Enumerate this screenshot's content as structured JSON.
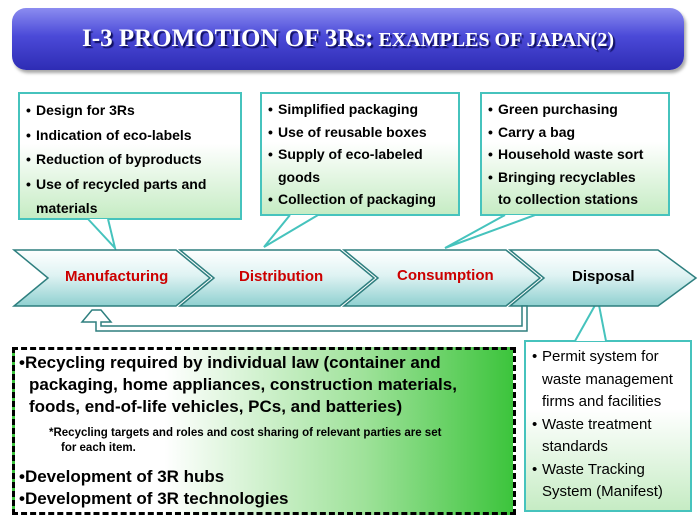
{
  "title": {
    "main": "I-3 PROMOTION OF 3Rs:",
    "sub": " EXAMPLES OF JAPAN(2)"
  },
  "flow": {
    "stages": [
      "Manufacturing",
      "Distribution",
      "Consumption",
      "Disposal"
    ]
  },
  "manufacturing_box": {
    "items": [
      "Design for 3Rs",
      "Indication of eco-labels",
      "Reduction of byproducts",
      "Use of recycled parts and",
      "materials"
    ]
  },
  "distribution_box": {
    "items": [
      "Simplified packaging",
      "Use of reusable boxes",
      "Supply of eco-labeled",
      "goods",
      "Collection of packaging"
    ]
  },
  "consumption_box": {
    "items": [
      "Green purchasing",
      "Carry a bag",
      "Household waste sort",
      "Bringing recyclables",
      "to collection stations"
    ]
  },
  "disposal_box": {
    "items": [
      "Permit system for",
      "waste management",
      "firms and facilities",
      "Waste treatment",
      "standards",
      "Waste Tracking",
      "System (Manifest)"
    ]
  },
  "bottom_box": {
    "line1": "•Recycling required by individual law (container and",
    "line2": "packaging, home appliances, construction materials,",
    "line3": "foods, end-of-life vehicles, PCs, and batteries)",
    "note1": "*Recycling targets and roles and cost sharing of relevant parties are set",
    "note2": "for each item.",
    "dev1": "•Development of 3R hubs",
    "dev2": "•Development of 3R technologies"
  },
  "colors": {
    "title_blue": "#3b3ad0",
    "stage_red": "#cc0000",
    "box_border": "#46c3bd",
    "box_green": "#c6ecc4"
  }
}
